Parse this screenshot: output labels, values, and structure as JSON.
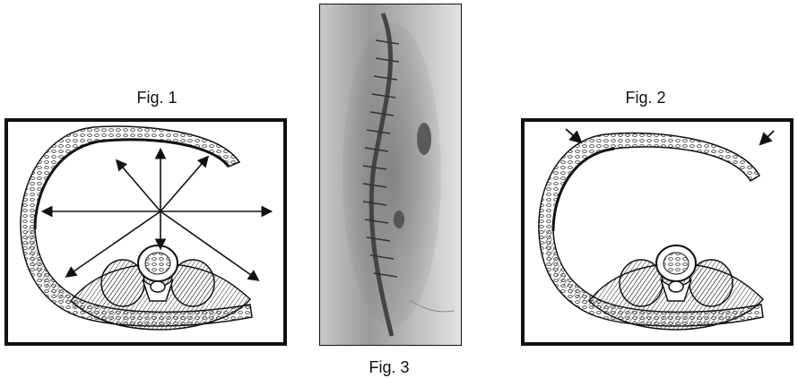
{
  "figures": [
    {
      "id": "fig1",
      "caption": "Fig. 1"
    },
    {
      "id": "fig2",
      "caption": "Fig. 2"
    },
    {
      "id": "fig3",
      "caption": "Fig. 3"
    }
  ],
  "colors": {
    "ink": "#111111",
    "paper": "#ffffff",
    "photo_skin_light": "#d8d8d8",
    "photo_skin_dark": "#6a6a6a"
  }
}
